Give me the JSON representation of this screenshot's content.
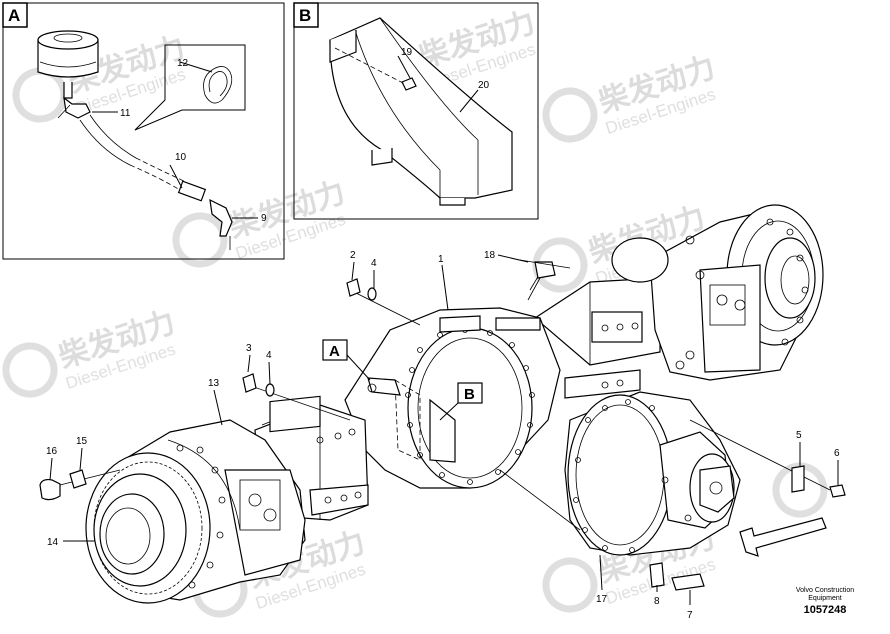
{
  "watermark": {
    "brand": "柴发动力",
    "subtitle": "Diesel-Engines"
  },
  "insets": [
    {
      "letter": "A"
    },
    {
      "letter": "B"
    }
  ],
  "callouts": {
    "c1": "1",
    "c2": "2",
    "c3": "3",
    "c4a": "4",
    "c4b": "4",
    "c5": "5",
    "c6": "6",
    "c7": "7",
    "c8": "8",
    "c9": "9",
    "c10": "10",
    "c11": "11",
    "c12": "12",
    "c13": "13",
    "c14": "14",
    "c15": "15",
    "c16": "16",
    "c17": "17",
    "c18": "18",
    "c19": "19",
    "c20": "20"
  },
  "view_markers": {
    "a": "A",
    "b": "B"
  },
  "footer": {
    "line1": "Volvo Construction",
    "line2": "Equipment",
    "drawing_number": "1057248"
  }
}
